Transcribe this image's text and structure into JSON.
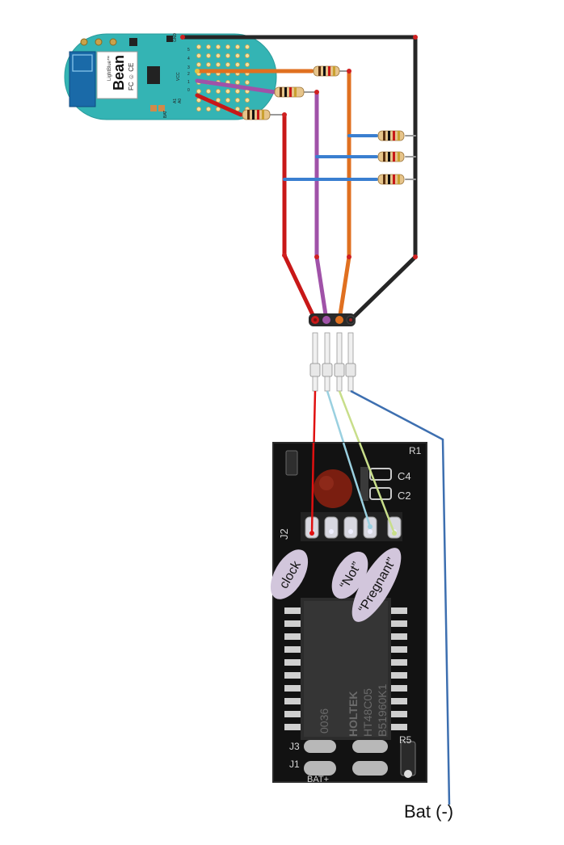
{
  "board": {
    "brand_small": "LightBlue™",
    "brand_name": "Bean",
    "cert_marks": "FC ☺ CE",
    "pin_labels": [
      "GND",
      "5",
      "4",
      "3",
      "VCC",
      "2",
      "1",
      "0",
      "A1",
      "A0",
      "BAT"
    ]
  },
  "pcb": {
    "chip_text_1": "HOLTEK",
    "chip_text_2": "HT48C05",
    "chip_text_3": "B51960K1",
    "chip_code": "0036",
    "silk_j2": "J2",
    "silk_c4": "C4",
    "silk_c2": "C2",
    "silk_r1": "R1",
    "silk_j3": "J3",
    "silk_j1": "J1",
    "silk_r5": "R5",
    "silk_bat": "BAT+"
  },
  "callouts": {
    "clock": "clock",
    "not": "“Not”",
    "pregnant": "“Pregnant”"
  },
  "bat_label": "Bat (-)",
  "colors": {
    "black_wire": "#262626",
    "orange_wire": "#e07020",
    "purple_wire": "#a052a8",
    "red_wire": "#c81818",
    "blue_wire": "#3a7fd0",
    "board_teal": "#34b4b4",
    "pcb_black": "#111111",
    "callout_fill": "#d2c6dc",
    "lead_red": "#e01010",
    "lead_lightblue": "#9ad0e0",
    "lead_green": "#c8de8a",
    "lead_blue": "#3d6fb0"
  }
}
